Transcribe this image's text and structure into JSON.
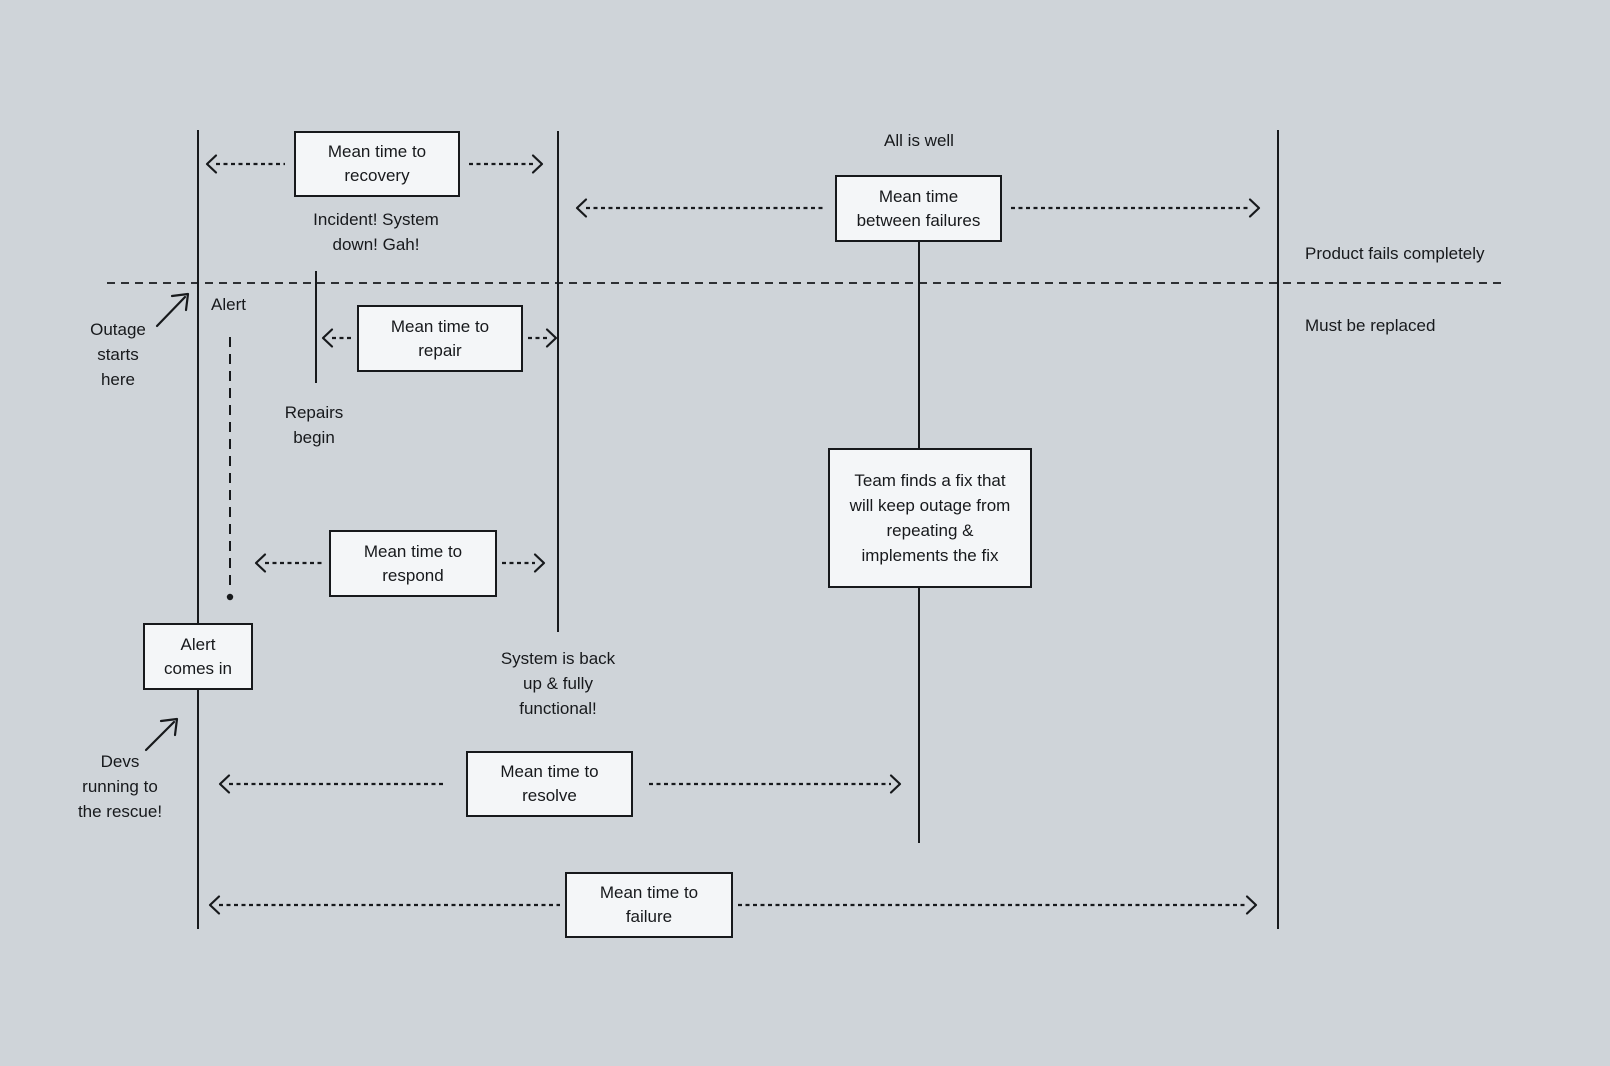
{
  "diagram": {
    "colors": {
      "bg": "#cfd4d9",
      "ink": "#17191c",
      "box_fill": "#f4f6f8",
      "box_border": "#17191c"
    },
    "boxes": {
      "recovery": "Mean time to\nrecovery",
      "between_failures": "Mean time\nbetween failures",
      "repair": "Mean time to\nrepair",
      "respond": "Mean time to\nrespond",
      "alert_comes_in": "Alert\ncomes in",
      "resolve": "Mean time to\nresolve",
      "failure": "Mean time to\nfailure",
      "team_fix": "Team finds a fix that\nwill keep outage from\nrepeating &\nimplements the fix"
    },
    "labels": {
      "all_is_well": "All is well",
      "incident": "Incident! System\ndown! Gah!",
      "product_fails": "Product fails completely",
      "must_be_replaced": "Must be replaced",
      "alert": "Alert",
      "outage_starts": "Outage\nstarts\nhere",
      "repairs_begin": "Repairs\nbegin",
      "system_back": "System is back\nup & fully\nfunctional!",
      "devs_rescue": "Devs\nrunning to\nthe rescue!"
    }
  }
}
